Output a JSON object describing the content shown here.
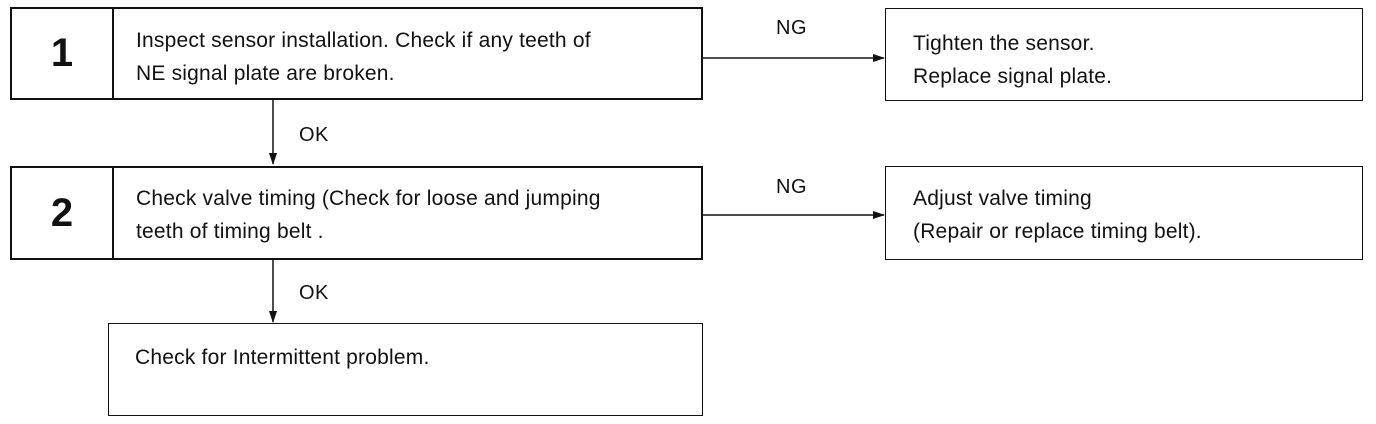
{
  "steps": [
    {
      "number": "1",
      "text_lines": [
        "Inspect sensor installation. Check if any teeth of",
        "NE signal plate are broken."
      ],
      "ng_label": "NG",
      "ng_action_lines": [
        "Tighten the sensor.",
        "Replace signal plate."
      ],
      "ok_label": "OK"
    },
    {
      "number": "2",
      "text_lines": [
        "Check valve timing (Check for loose and jumping",
        "teeth of timing belt ."
      ],
      "ng_label": "NG",
      "ng_action_lines": [
        "Adjust valve timing",
        "(Repair or replace timing belt)."
      ],
      "ok_label": "OK"
    }
  ],
  "final": {
    "text": "Check for Intermittent problem."
  }
}
